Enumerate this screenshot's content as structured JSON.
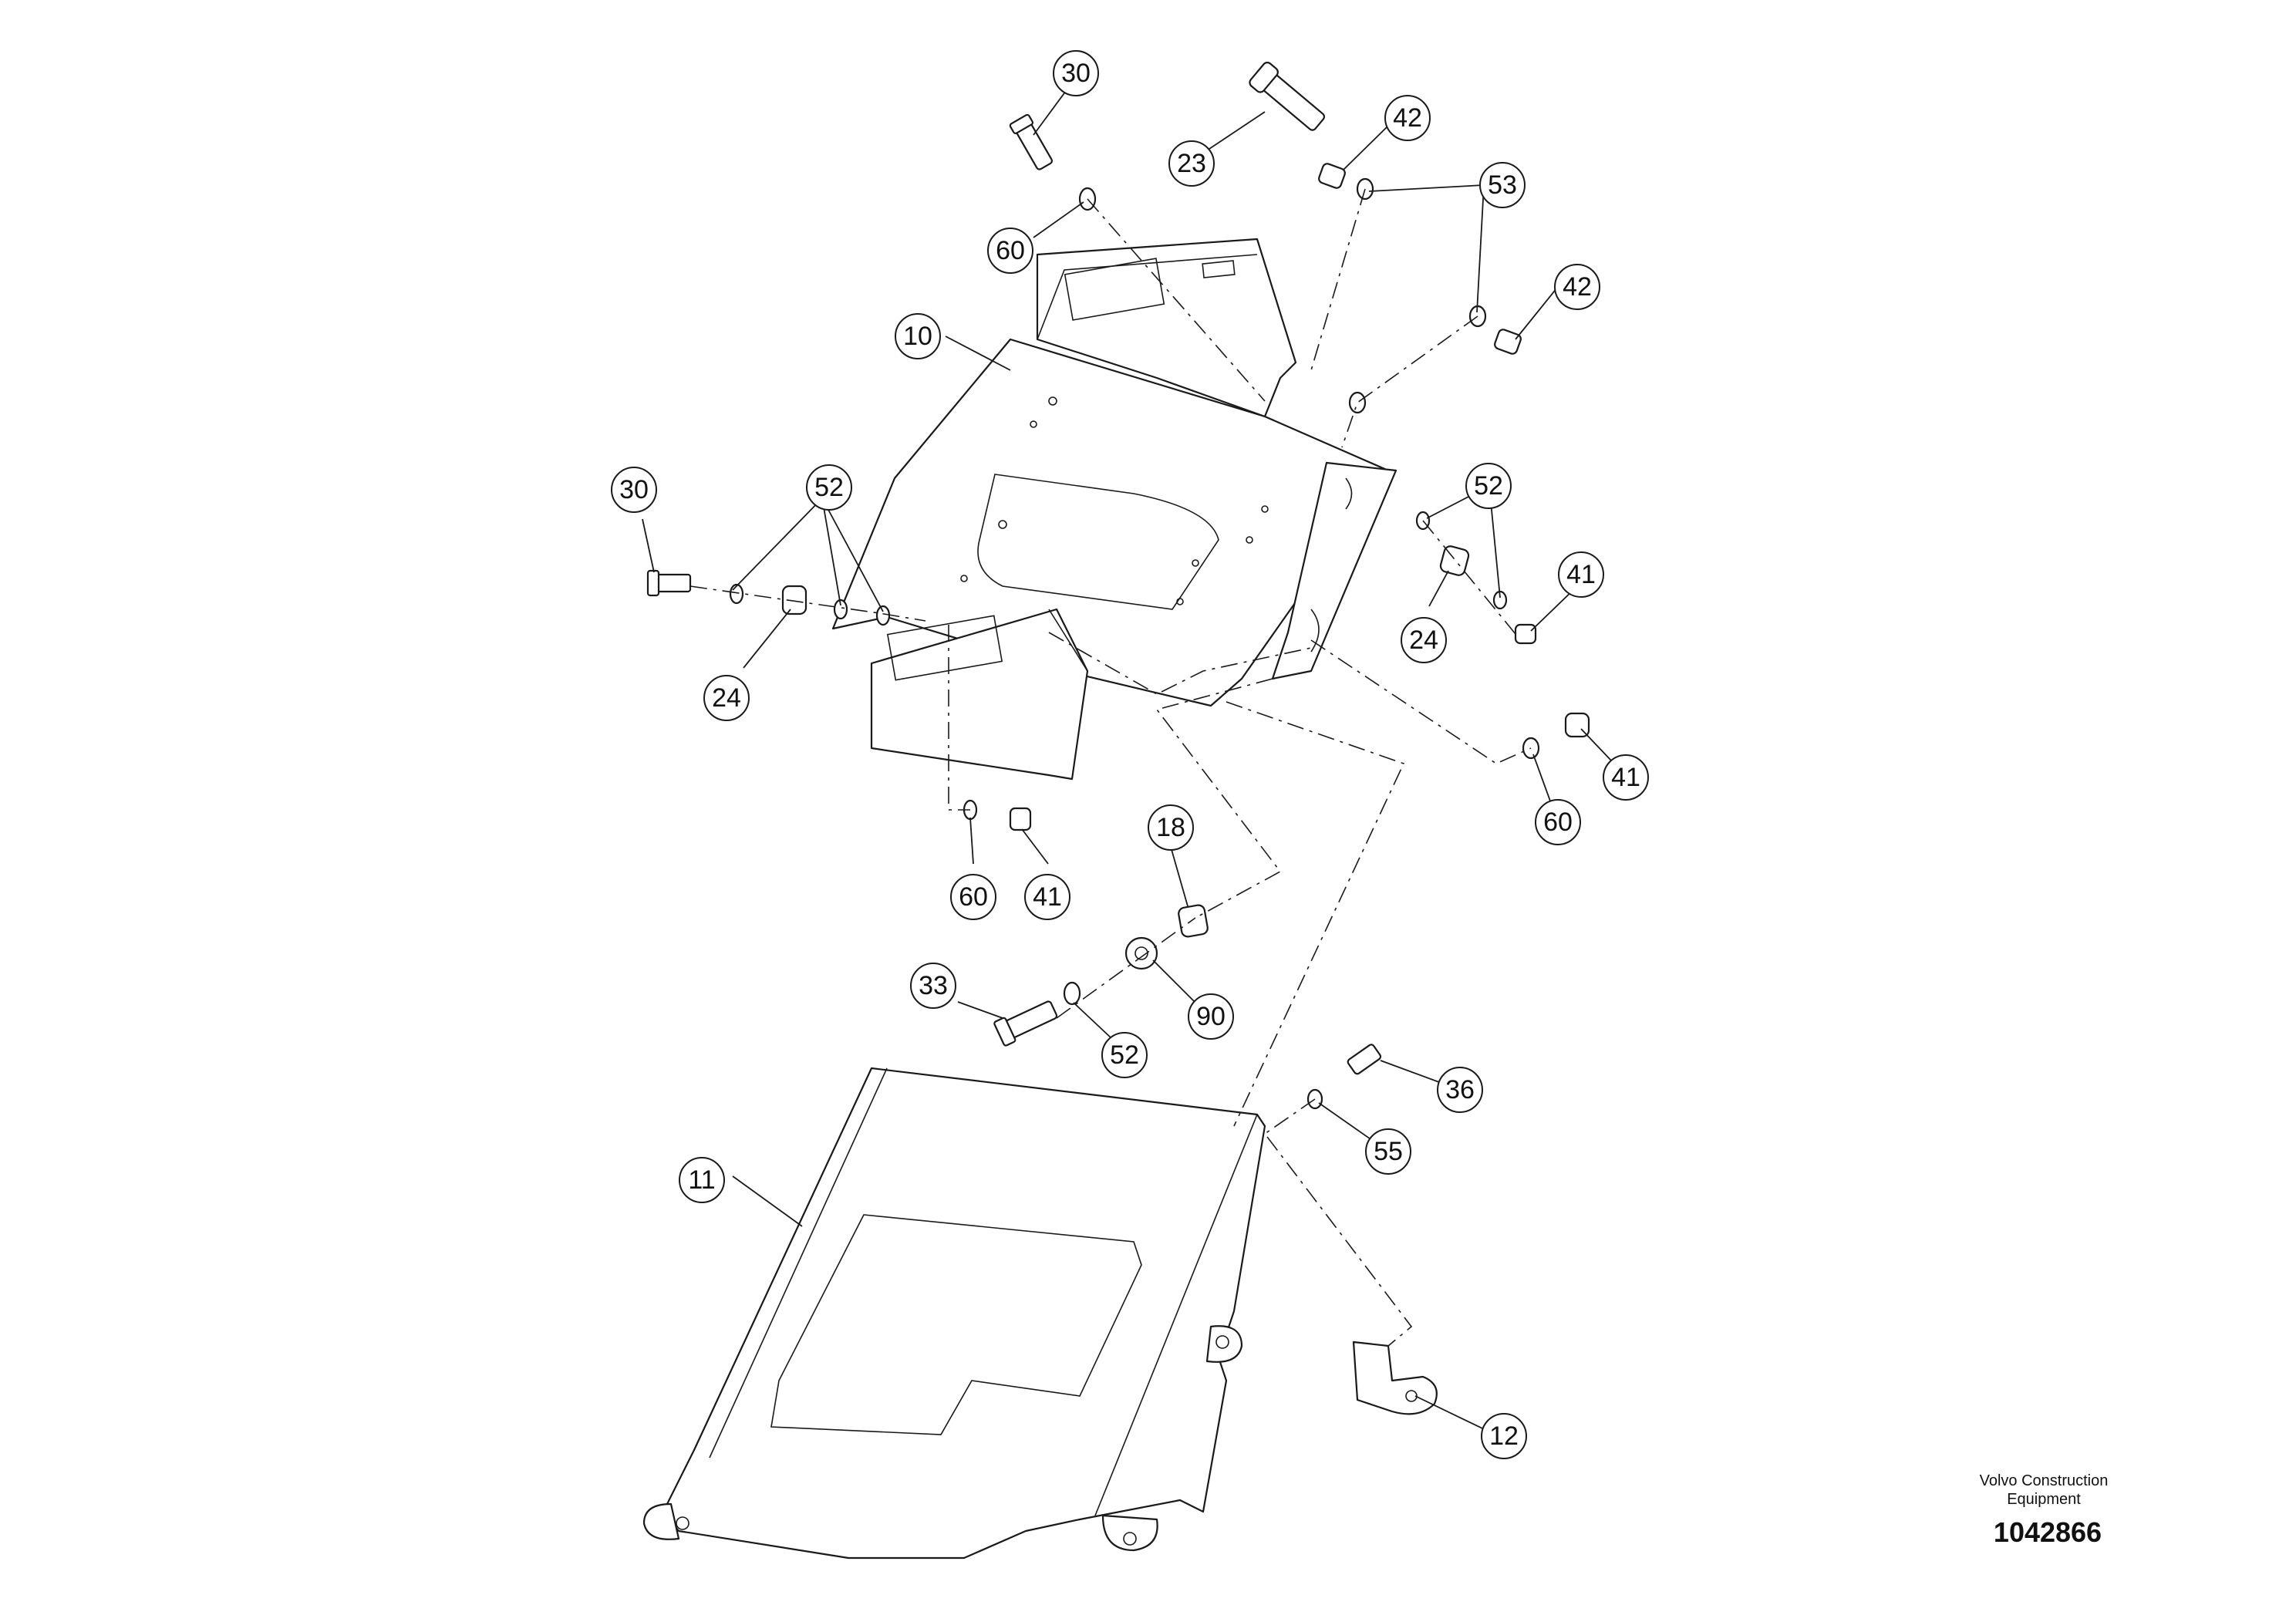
{
  "callouts": [
    "30",
    "60",
    "23",
    "42",
    "53",
    "42",
    "10",
    "52",
    "30",
    "52",
    "24",
    "41",
    "24",
    "41",
    "60",
    "60",
    "41",
    "18",
    "33",
    "90",
    "52",
    "36",
    "55",
    "11",
    "12"
  ],
  "footer": {
    "brand_line1": "Volvo Construction",
    "brand_line2": "Equipment",
    "document_number": "1042866"
  }
}
